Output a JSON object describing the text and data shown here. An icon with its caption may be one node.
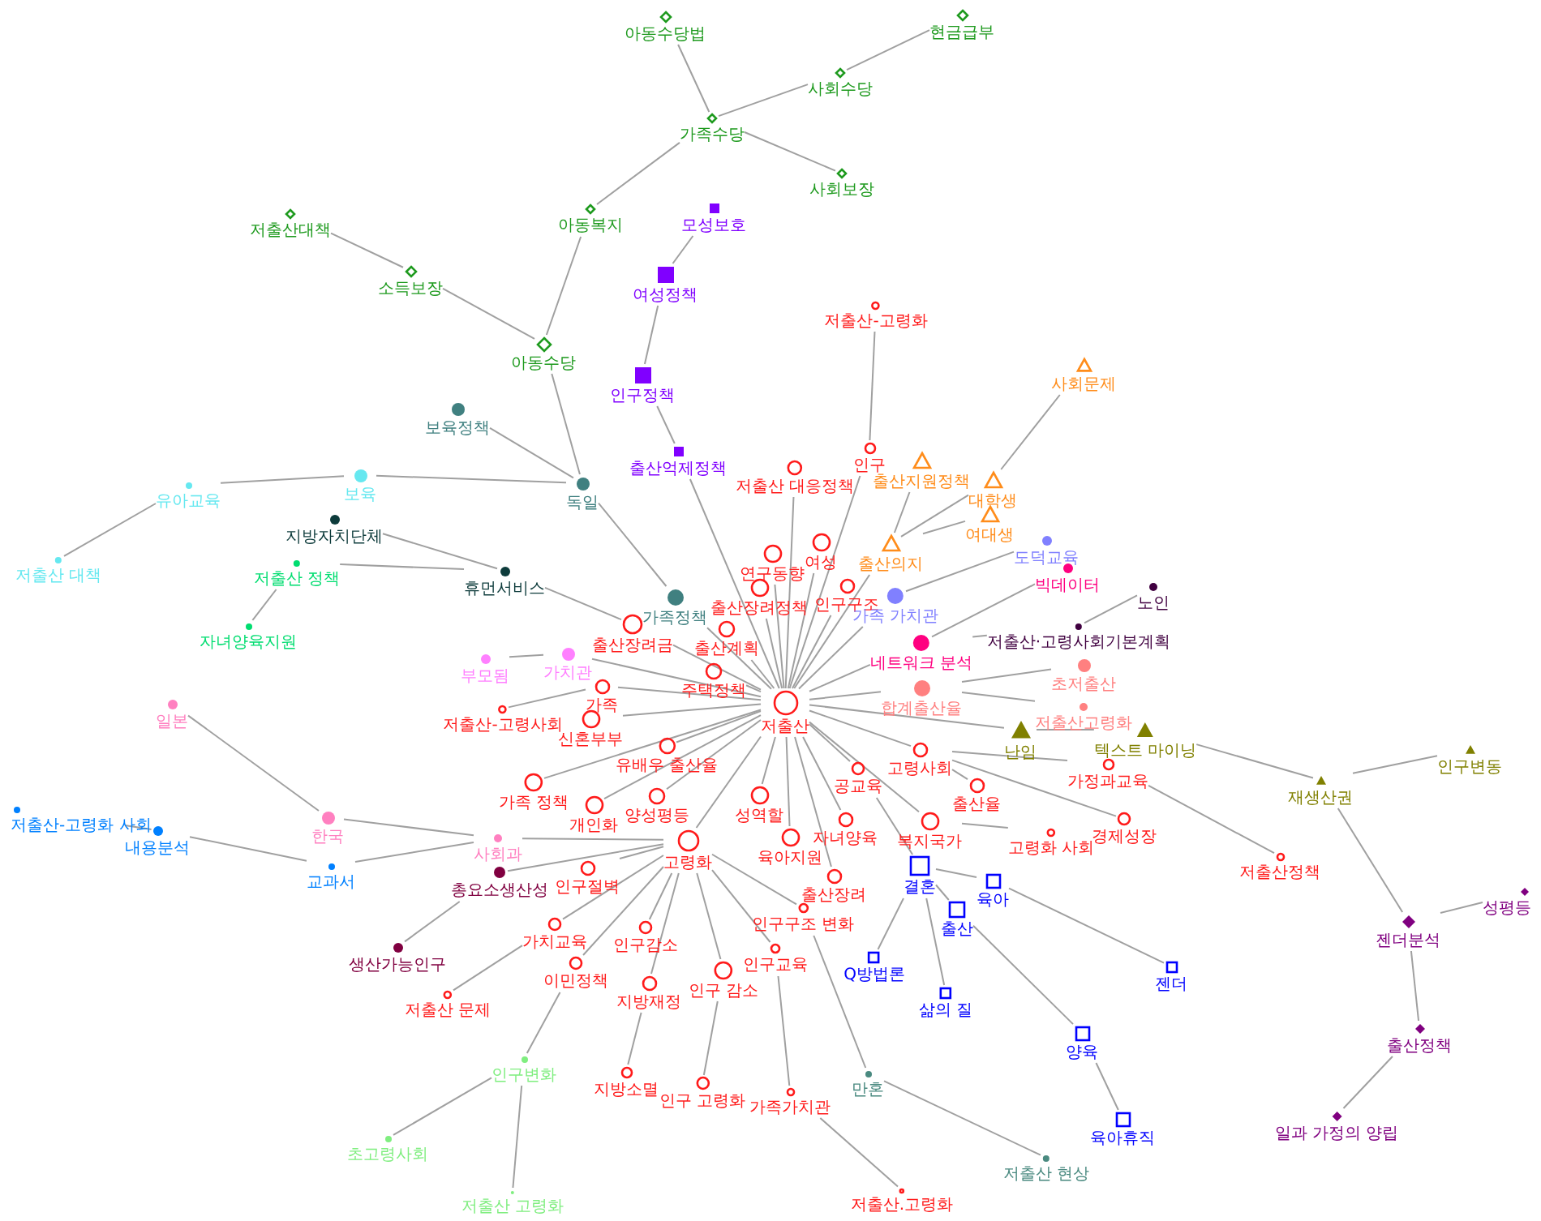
{
  "diagram": {
    "nodes": [
      {
        "text": [
          "아동수당법"
        ]
      },
      {
        "text": [
          "현금급부"
        ]
      },
      {
        "text": [
          "가족수당"
        ]
      },
      {
        "text": [
          "사회수당"
        ]
      },
      {
        "text": [
          "사회보장"
        ]
      },
      {
        "text": [
          "아동복지"
        ]
      },
      {
        "text": [
          "저출산대책"
        ]
      },
      {
        "text": [
          "모성보호"
        ]
      },
      {
        "text": [
          "소득보장"
        ]
      },
      {
        "text": [
          "여성정책"
        ]
      },
      {
        "text": [
          "아동수당"
        ]
      },
      {
        "text": [
          "인구정책"
        ]
      },
      {
        "text": [
          "보육정책"
        ]
      },
      {
        "text": [
          "출산억제정책"
        ]
      },
      {
        "text": [
          "독일"
        ]
      },
      {
        "text": [
          "유아교육"
        ]
      },
      {
        "text": [
          "보육"
        ]
      },
      {
        "text": [
          "저출산 대책"
        ]
      },
      {
        "text": [
          "지방자치단체"
        ]
      },
      {
        "text": [
          "저출산 정책"
        ]
      },
      {
        "text": [
          "휴먼서비스"
        ]
      },
      {
        "text": [
          "자녀양육지원"
        ]
      },
      {
        "text": [
          "가족정책"
        ]
      },
      {
        "text": [
          "부모됨"
        ]
      },
      {
        "text": [
          "가치관"
        ]
      },
      {
        "text": [
          "일본"
        ]
      },
      {
        "text": [
          "한국"
        ]
      },
      {
        "text": [
          "사회과"
        ]
      },
      {
        "text": [
          "저출산-고령화 사회"
        ]
      },
      {
        "text": [
          "내용분석"
        ]
      },
      {
        "text": [
          "교과서"
        ]
      },
      {
        "text": [
          "총요소생산성"
        ]
      },
      {
        "text": [
          "생산가능인구"
        ]
      },
      {
        "text": [
          "저출산"
        ]
      },
      {
        "text": [
          "고령화"
        ]
      },
      {
        "text": [
          "저출산-고령화"
        ]
      },
      {
        "text": [
          "인구"
        ]
      },
      {
        "text": [
          "저출산 대응정책"
        ]
      },
      {
        "text": [
          "연구동향"
        ]
      },
      {
        "text": [
          "여성"
        ]
      },
      {
        "text": [
          "출산장려정책"
        ]
      },
      {
        "text": [
          "인구구조"
        ]
      },
      {
        "text": [
          "출산장려금"
        ]
      },
      {
        "text": [
          "출산계획"
        ]
      },
      {
        "text": [
          "주택정책"
        ]
      },
      {
        "text": [
          "가족"
        ]
      },
      {
        "text": [
          "저출산-고령사회"
        ]
      },
      {
        "text": [
          "신혼부부"
        ]
      },
      {
        "text": [
          "유배우 출산율"
        ]
      },
      {
        "text": [
          "가족 정책"
        ]
      },
      {
        "text": [
          "개인화"
        ]
      },
      {
        "text": [
          "양성평등"
        ]
      },
      {
        "text": [
          "성역할"
        ]
      },
      {
        "text": [
          "육아지원"
        ]
      },
      {
        "text": [
          "자녀양육"
        ]
      },
      {
        "text": [
          "공교육"
        ]
      },
      {
        "text": [
          "고령사회"
        ]
      },
      {
        "text": [
          "출산율"
        ]
      },
      {
        "text": [
          "복지국가"
        ]
      },
      {
        "text": [
          "고령화 사회"
        ]
      },
      {
        "text": [
          "가정과교육"
        ]
      },
      {
        "text": [
          "경제성장"
        ]
      },
      {
        "text": [
          "저출산정책"
        ]
      },
      {
        "text": [
          "출산장려"
        ]
      },
      {
        "text": [
          "인구구조 변화"
        ]
      },
      {
        "text": [
          "인구절벽"
        ]
      },
      {
        "text": [
          "가치교육"
        ]
      },
      {
        "text": [
          "인구감소"
        ]
      },
      {
        "text": [
          "이민정책"
        ]
      },
      {
        "text": [
          "지방재정"
        ]
      },
      {
        "text": [
          "인구 감소"
        ]
      },
      {
        "text": [
          "인구교육"
        ]
      },
      {
        "text": [
          "저출산 문제"
        ]
      },
      {
        "text": [
          "지방소멸"
        ]
      },
      {
        "text": [
          "인구 고령화"
        ]
      },
      {
        "text": [
          "가족가치관"
        ]
      },
      {
        "text": [
          "저출산.고령화"
        ]
      },
      {
        "text": [
          "사회문제"
        ]
      },
      {
        "text": [
          "출산지원정책"
        ]
      },
      {
        "text": [
          "대학생"
        ]
      },
      {
        "text": [
          "여대생"
        ]
      },
      {
        "text": [
          "출산의지"
        ]
      },
      {
        "text": [
          "가족 가치관"
        ]
      },
      {
        "text": [
          "도덕교육"
        ]
      },
      {
        "text": [
          "빅데이터"
        ]
      },
      {
        "text": [
          "네트워크 분석"
        ]
      },
      {
        "text": [
          "노인"
        ]
      },
      {
        "text": [
          "저출산·고령사회기본계획"
        ]
      },
      {
        "text": [
          "초저출산"
        ]
      },
      {
        "text": [
          "합계출산율"
        ]
      },
      {
        "text": [
          "저출산고령화"
        ]
      },
      {
        "text": [
          "난임"
        ]
      },
      {
        "text": [
          "텍스트 마이닝"
        ]
      },
      {
        "text": [
          "재생산권"
        ]
      },
      {
        "text": [
          "인구변동"
        ]
      },
      {
        "text": [
          "젠더분석"
        ]
      },
      {
        "text": [
          "성평등"
        ]
      },
      {
        "text": [
          "출산정책"
        ]
      },
      {
        "text": [
          "일과 가정의 양립"
        ]
      },
      {
        "text": [
          "결혼"
        ]
      },
      {
        "text": [
          "육아"
        ]
      },
      {
        "text": [
          "출산"
        ]
      },
      {
        "text": [
          "Q방법론"
        ]
      },
      {
        "text": [
          "삶의 질"
        ]
      },
      {
        "text": [
          "젠더"
        ]
      },
      {
        "text": [
          "양육"
        ]
      },
      {
        "text": [
          "육아휴직"
        ]
      },
      {
        "text": [
          "만혼"
        ]
      },
      {
        "text": [
          "저출산 현상"
        ]
      },
      {
        "text": [
          "인구변화"
        ]
      },
      {
        "text": [
          "초고령사회"
        ]
      },
      {
        "text": [
          "저출산 고령화"
        ]
      }
    ],
    "edges": [
      {
        "from": 0,
        "to": 2,
        "arrow": "none"
      },
      {
        "from": 2,
        "to": 3,
        "arrow": "none"
      },
      {
        "from": 3,
        "to": 1,
        "arrow": "none"
      },
      {
        "from": 2,
        "to": 4,
        "arrow": "none"
      },
      {
        "from": 2,
        "to": 5,
        "arrow": "none"
      },
      {
        "from": 5,
        "to": 10,
        "arrow": "none"
      },
      {
        "from": 6,
        "to": 8,
        "arrow": "none"
      },
      {
        "from": 8,
        "to": 10,
        "arrow": "none"
      },
      {
        "from": 10,
        "to": 14,
        "arrow": "none"
      },
      {
        "from": 7,
        "to": 9,
        "arrow": "none"
      },
      {
        "from": 9,
        "to": 11,
        "arrow": "none"
      },
      {
        "from": 11,
        "to": 13,
        "arrow": "none"
      },
      {
        "from": 13,
        "to": 33,
        "arrow": "none"
      },
      {
        "from": 12,
        "to": 14,
        "arrow": "none"
      },
      {
        "from": 14,
        "to": 22,
        "arrow": "none"
      },
      {
        "from": 22,
        "to": 33,
        "arrow": "none"
      },
      {
        "from": 17,
        "to": 15,
        "arrow": "none"
      },
      {
        "from": 15,
        "to": 16,
        "arrow": "none"
      },
      {
        "from": 16,
        "to": 14,
        "arrow": "none"
      },
      {
        "from": 18,
        "to": 20,
        "arrow": "none"
      },
      {
        "from": 21,
        "to": 19,
        "arrow": "none"
      },
      {
        "from": 19,
        "to": 20,
        "arrow": "none"
      },
      {
        "from": 20,
        "to": 42,
        "arrow": "none"
      },
      {
        "from": 23,
        "to": 24,
        "arrow": "none"
      },
      {
        "from": 24,
        "to": 33,
        "arrow": "none"
      },
      {
        "from": 25,
        "to": 26,
        "arrow": "none"
      },
      {
        "from": 26,
        "to": 27,
        "arrow": "none"
      },
      {
        "from": 27,
        "to": 34,
        "arrow": "none"
      },
      {
        "from": 28,
        "to": 29,
        "arrow": "none"
      },
      {
        "from": 29,
        "to": 30,
        "arrow": "none"
      },
      {
        "from": 30,
        "to": 27,
        "arrow": "none"
      },
      {
        "from": 31,
        "to": 34,
        "arrow": "none"
      },
      {
        "from": 31,
        "to": 32,
        "arrow": "none"
      },
      {
        "from": 33,
        "to": 34,
        "arrow": "none"
      },
      {
        "from": 35,
        "to": 36,
        "arrow": "none"
      },
      {
        "from": 36,
        "to": 33,
        "arrow": "none"
      },
      {
        "from": 37,
        "to": 33,
        "arrow": "none"
      },
      {
        "from": 38,
        "to": 33,
        "arrow": "none"
      },
      {
        "from": 39,
        "to": 33,
        "arrow": "none"
      },
      {
        "from": 40,
        "to": 33,
        "arrow": "none"
      },
      {
        "from": 41,
        "to": 33,
        "arrow": "none"
      },
      {
        "from": 42,
        "to": 33,
        "arrow": "none"
      },
      {
        "from": 43,
        "to": 33,
        "arrow": "none"
      },
      {
        "from": 44,
        "to": 33,
        "arrow": "none"
      },
      {
        "from": 45,
        "to": 33,
        "arrow": "none"
      },
      {
        "from": 46,
        "to": 45,
        "arrow": "none"
      },
      {
        "from": 47,
        "to": 33,
        "arrow": "none"
      },
      {
        "from": 48,
        "to": 33,
        "arrow": "none"
      },
      {
        "from": 49,
        "to": 33,
        "arrow": "none"
      },
      {
        "from": 50,
        "to": 33,
        "arrow": "none"
      },
      {
        "from": 51,
        "to": 33,
        "arrow": "none"
      },
      {
        "from": 52,
        "to": 33,
        "arrow": "none"
      },
      {
        "from": 53,
        "to": 33,
        "arrow": "none"
      },
      {
        "from": 54,
        "to": 33,
        "arrow": "none"
      },
      {
        "from": 55,
        "to": 33,
        "arrow": "none"
      },
      {
        "from": 56,
        "to": 33,
        "arrow": "none"
      },
      {
        "from": 56,
        "to": 57,
        "arrow": "none"
      },
      {
        "from": 56,
        "to": 60,
        "arrow": "none"
      },
      {
        "from": 56,
        "to": 61,
        "arrow": "none"
      },
      {
        "from": 60,
        "to": 62,
        "arrow": "none"
      },
      {
        "from": 58,
        "to": 33,
        "arrow": "none"
      },
      {
        "from": 58,
        "to": 59,
        "arrow": "none"
      },
      {
        "from": 55,
        "to": 99,
        "arrow": "none"
      },
      {
        "from": 63,
        "to": 33,
        "arrow": "none"
      },
      {
        "from": 64,
        "to": 34,
        "arrow": "none"
      },
      {
        "from": 64,
        "to": 107,
        "arrow": "none"
      },
      {
        "from": 107,
        "to": 108,
        "arrow": "none"
      },
      {
        "from": 34,
        "to": 65,
        "arrow": "none"
      },
      {
        "from": 34,
        "to": 66,
        "arrow": "none"
      },
      {
        "from": 66,
        "to": 72,
        "arrow": "none"
      },
      {
        "from": 34,
        "to": 68,
        "arrow": "none"
      },
      {
        "from": 68,
        "to": 109,
        "arrow": "none"
      },
      {
        "from": 109,
        "to": 110,
        "arrow": "none"
      },
      {
        "from": 109,
        "to": 111,
        "arrow": "none"
      },
      {
        "from": 34,
        "to": 67,
        "arrow": "none"
      },
      {
        "from": 34,
        "to": 69,
        "arrow": "none"
      },
      {
        "from": 69,
        "to": 73,
        "arrow": "none"
      },
      {
        "from": 34,
        "to": 70,
        "arrow": "none"
      },
      {
        "from": 70,
        "to": 74,
        "arrow": "none"
      },
      {
        "from": 34,
        "to": 71,
        "arrow": "none"
      },
      {
        "from": 71,
        "to": 75,
        "arrow": "none"
      },
      {
        "from": 75,
        "to": 76,
        "arrow": "none"
      },
      {
        "from": 81,
        "to": 33,
        "arrow": "none"
      },
      {
        "from": 81,
        "to": 78,
        "arrow": "none"
      },
      {
        "from": 81,
        "to": 79,
        "arrow": "none"
      },
      {
        "from": 81,
        "to": 80,
        "arrow": "none"
      },
      {
        "from": 79,
        "to": 77,
        "arrow": "none"
      },
      {
        "from": 82,
        "to": 33,
        "arrow": "none"
      },
      {
        "from": 82,
        "to": 83,
        "arrow": "none"
      },
      {
        "from": 85,
        "to": 33,
        "arrow": "none"
      },
      {
        "from": 85,
        "to": 84,
        "arrow": "none"
      },
      {
        "from": 85,
        "to": 87,
        "arrow": "none"
      },
      {
        "from": 87,
        "to": 86,
        "arrow": "none"
      },
      {
        "from": 89,
        "to": 33,
        "arrow": "none"
      },
      {
        "from": 89,
        "to": 88,
        "arrow": "none"
      },
      {
        "from": 89,
        "to": 90,
        "arrow": "none"
      },
      {
        "from": 91,
        "to": 33,
        "arrow": "none"
      },
      {
        "from": 91,
        "to": 92,
        "arrow": "none"
      },
      {
        "from": 92,
        "to": 93,
        "arrow": "none"
      },
      {
        "from": 93,
        "to": 94,
        "arrow": "none"
      },
      {
        "from": 93,
        "to": 95,
        "arrow": "none"
      },
      {
        "from": 95,
        "to": 96,
        "arrow": "none"
      },
      {
        "from": 95,
        "to": 97,
        "arrow": "none"
      },
      {
        "from": 97,
        "to": 98,
        "arrow": "none"
      },
      {
        "from": 99,
        "to": 100,
        "arrow": "none"
      },
      {
        "from": 100,
        "to": 104,
        "arrow": "none"
      },
      {
        "from": 99,
        "to": 101,
        "arrow": "none"
      },
      {
        "from": 101,
        "to": 105,
        "arrow": "none"
      },
      {
        "from": 105,
        "to": 106,
        "arrow": "none"
      },
      {
        "from": 99,
        "to": 102,
        "arrow": "none"
      },
      {
        "from": 99,
        "to": 103,
        "arrow": "none"
      }
    ]
  }
}
